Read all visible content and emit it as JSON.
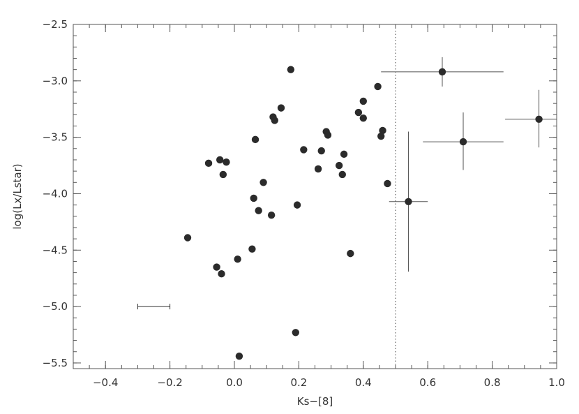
{
  "chart_data": {
    "type": "scatter",
    "xlabel": "Ks−[8]",
    "ylabel": "log(Lx/Lstar)",
    "xlim": [
      -0.5,
      1.0
    ],
    "ylim": [
      -5.55,
      -2.5
    ],
    "x_ticks": [
      -0.4,
      -0.2,
      0.0,
      0.2,
      0.4,
      0.6,
      0.8,
      1.0
    ],
    "x_tick_labels": [
      "−0.4",
      "−0.2",
      "0.0",
      "0.2",
      "0.4",
      "0.6",
      "0.8",
      "1.0"
    ],
    "y_ticks": [
      -2.5,
      -3.0,
      -3.5,
      -4.0,
      -4.5,
      -5.0,
      -5.5
    ],
    "y_tick_labels": [
      "−2.5",
      "−3.0",
      "−3.5",
      "−4.0",
      "−4.5",
      "−5.0",
      "−5.5"
    ],
    "x_minor_step": 0.05,
    "y_minor_step": 0.1,
    "grid": false,
    "vertical_line": {
      "x": 0.5,
      "style": "dotted"
    },
    "representative_error_bar": {
      "x1": -0.3,
      "x2": -0.2,
      "y": -5.0
    },
    "points": [
      {
        "x": -0.145,
        "y": -4.39
      },
      {
        "x": -0.08,
        "y": -3.73
      },
      {
        "x": -0.055,
        "y": -4.65
      },
      {
        "x": -0.045,
        "y": -3.7
      },
      {
        "x": -0.04,
        "y": -4.71
      },
      {
        "x": -0.035,
        "y": -3.83
      },
      {
        "x": -0.025,
        "y": -3.72
      },
      {
        "x": 0.01,
        "y": -4.58
      },
      {
        "x": 0.015,
        "y": -5.44
      },
      {
        "x": 0.055,
        "y": -4.49
      },
      {
        "x": 0.06,
        "y": -4.04
      },
      {
        "x": 0.065,
        "y": -3.52
      },
      {
        "x": 0.075,
        "y": -4.15
      },
      {
        "x": 0.09,
        "y": -3.9
      },
      {
        "x": 0.115,
        "y": -4.19
      },
      {
        "x": 0.12,
        "y": -3.32
      },
      {
        "x": 0.125,
        "y": -3.35
      },
      {
        "x": 0.145,
        "y": -3.24
      },
      {
        "x": 0.175,
        "y": -2.9
      },
      {
        "x": 0.19,
        "y": -5.23
      },
      {
        "x": 0.195,
        "y": -4.1
      },
      {
        "x": 0.215,
        "y": -3.61
      },
      {
        "x": 0.26,
        "y": -3.78
      },
      {
        "x": 0.27,
        "y": -3.62
      },
      {
        "x": 0.285,
        "y": -3.45
      },
      {
        "x": 0.29,
        "y": -3.48
      },
      {
        "x": 0.325,
        "y": -3.75
      },
      {
        "x": 0.335,
        "y": -3.83
      },
      {
        "x": 0.34,
        "y": -3.65
      },
      {
        "x": 0.36,
        "y": -4.53
      },
      {
        "x": 0.385,
        "y": -3.28
      },
      {
        "x": 0.4,
        "y": -3.18
      },
      {
        "x": 0.4,
        "y": -3.33
      },
      {
        "x": 0.445,
        "y": -3.05
      },
      {
        "x": 0.455,
        "y": -3.49
      },
      {
        "x": 0.46,
        "y": -3.44
      },
      {
        "x": 0.475,
        "y": -3.91
      },
      {
        "x": 0.54,
        "y": -4.07,
        "x_err": [
          0.48,
          0.6
        ],
        "y_err": [
          -4.69,
          -3.45
        ]
      },
      {
        "x": 0.645,
        "y": -2.92,
        "x_err": [
          0.455,
          0.835
        ],
        "y_err": [
          -3.05,
          -2.79
        ]
      },
      {
        "x": 0.71,
        "y": -3.54,
        "x_err": [
          0.585,
          0.835
        ],
        "y_err": [
          -3.79,
          -3.28
        ]
      },
      {
        "x": 0.945,
        "y": -3.34,
        "x_err": [
          0.84,
          1.0
        ],
        "y_err": [
          -3.59,
          -3.08
        ]
      }
    ]
  }
}
